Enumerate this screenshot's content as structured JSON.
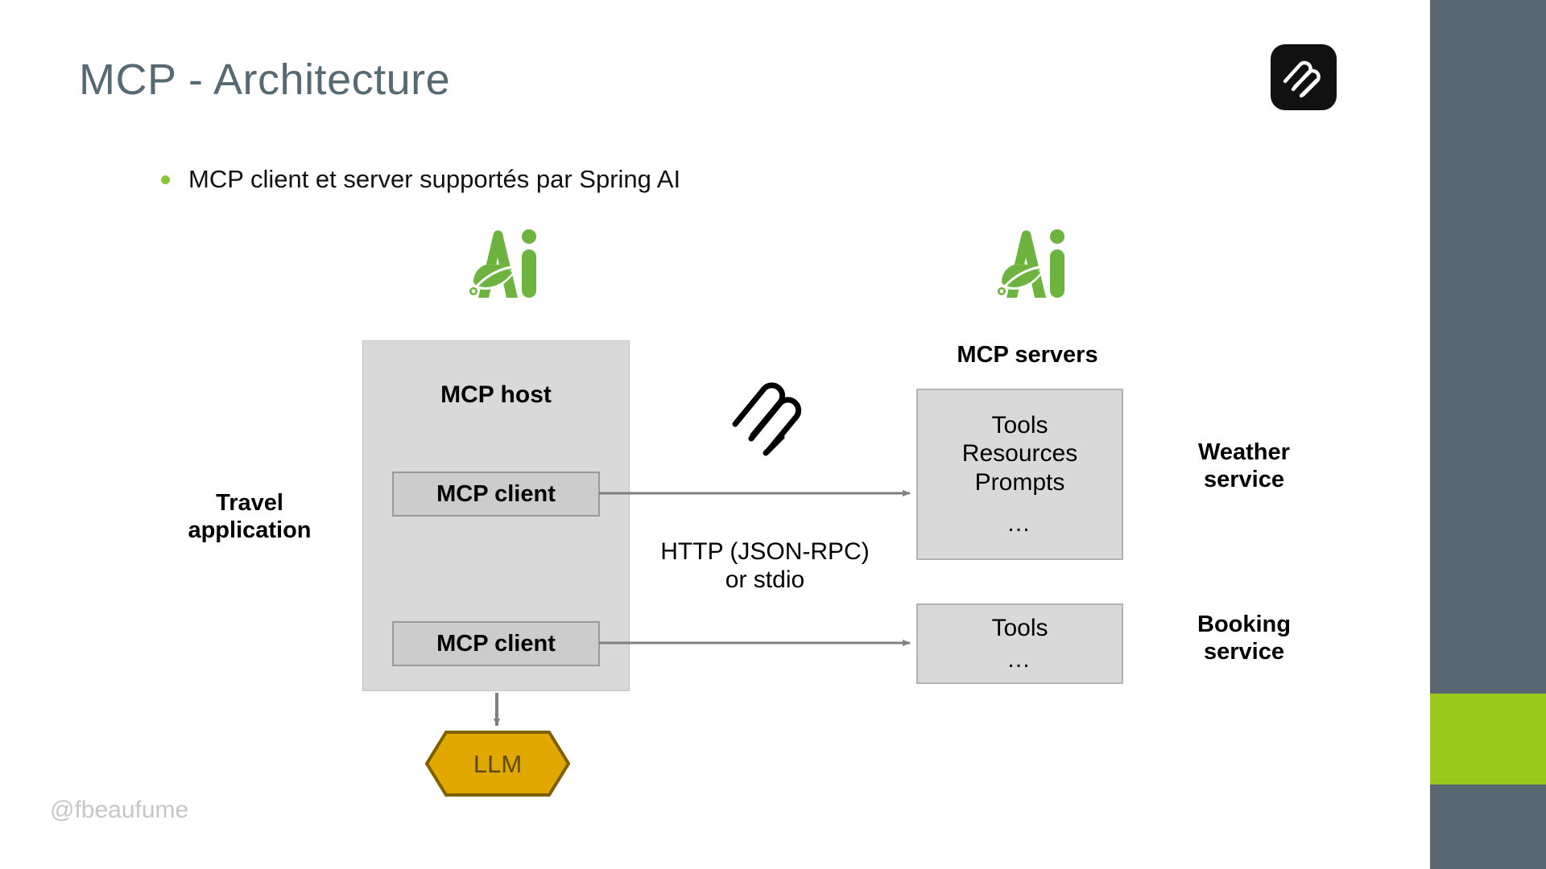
{
  "slide": {
    "title": "MCP - Architecture",
    "footer_handle": "@fbeaufume",
    "bullet": "MCP client et server supportés par Spring AI",
    "bullet_icon": "green-dot-bullet",
    "brand_icon": "mcp-logo-icon"
  },
  "diagram": {
    "host": {
      "title": "MCP host",
      "clients": [
        {
          "label": "MCP client"
        },
        {
          "label": "MCP client"
        }
      ],
      "side_caption_line1": "Travel",
      "side_caption_line2": "application",
      "logo_icon": "spring-ai-logo"
    },
    "protocol": {
      "line1": "HTTP (JSON-RPC)",
      "line2": "or stdio",
      "glyph_icon": "mcp-logo-icon"
    },
    "servers": {
      "heading": "MCP servers",
      "logo_icon": "spring-ai-logo",
      "items": [
        {
          "name": "weather",
          "lines": [
            "Tools",
            "Resources",
            "Prompts"
          ],
          "ellipsis": "…",
          "caption_line1": "Weather",
          "caption_line2": "service"
        },
        {
          "name": "booking",
          "lines": [
            "Tools"
          ],
          "ellipsis": "…",
          "caption_line1": "Booking",
          "caption_line2": "service"
        }
      ]
    },
    "llm": {
      "label": "LLM",
      "shape": "hexagon"
    }
  },
  "colors": {
    "title_slate": "#566a74",
    "sidebar_slate": "#5a6770",
    "accent_green": "#9ac91d",
    "bullet_green": "#8cc63e",
    "spring_green": "#6db33f",
    "box_gray": "#d9d9d9",
    "client_gray": "#cccccc",
    "connector_gray": "#808080",
    "llm_fill": "#e0a800",
    "llm_stroke": "#7f6000",
    "footer_gray": "#c4c7c9"
  }
}
